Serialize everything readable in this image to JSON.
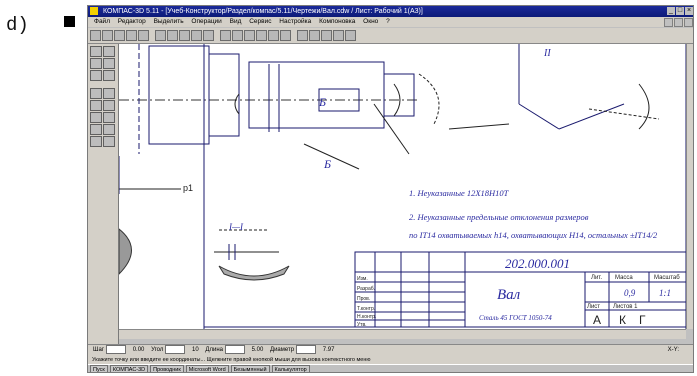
{
  "figure_label": "d)",
  "window": {
    "title": "КОМПАС-3D 5.11 - [Учеб-Конструктор/Раздел/компас/5.11/Чертежи/Вал.cdw / Лист: Рабочий 1(А3)]",
    "menu": [
      "Файл",
      "Редактор",
      "Выделить",
      "Операции",
      "Вид",
      "Сервис",
      "Настройка",
      "Компоновка",
      "Окно",
      "?"
    ]
  },
  "drawing": {
    "notes": [
      "1. Неуказанные 12Х18Н10Т",
      "2. Неуказанные предельные отклонения размеров",
      "пo IT14 охватываемых h14, охватывающих H14, остальных ±IT14/2"
    ],
    "section_labels": [
      "Б",
      "Б",
      "II",
      "I—I"
    ],
    "dimension_p1": "p1",
    "title_block": {
      "designation": "202.000.001",
      "part_name": "Вал",
      "material": "Сталь 45 ГОСТ 1050-74",
      "lit_header": "Лит.",
      "mass_header": "Масса",
      "scale_header": "Масштаб",
      "mass_value": "0,9",
      "scale_value": "1:1",
      "sheet_text": "Лист",
      "sheets_text": "Листов 1",
      "org_letters": [
        "А",
        "К",
        "Г"
      ],
      "rows": [
        "Изм.",
        "Разраб.",
        "Пров.",
        "Т.контр.",
        "Н.контр.",
        "Утв."
      ]
    }
  },
  "statusbar": {
    "items": [
      "Шаг",
      "0.00",
      "Угол",
      "10",
      "Длина",
      "5.00",
      "Диаметр",
      "7.97"
    ],
    "cursor_label": "Х-Y:"
  },
  "hintbar": {
    "text": "Укажите точку или введите ее координаты... Щелкните правой кнопкой мыши для вызова контекстного меню"
  },
  "taskbar": {
    "items": [
      "Пуск",
      "КОМПАС-3D",
      "Проводник",
      "Microsoft Word",
      "Безымянный",
      "Калькулятор"
    ]
  }
}
